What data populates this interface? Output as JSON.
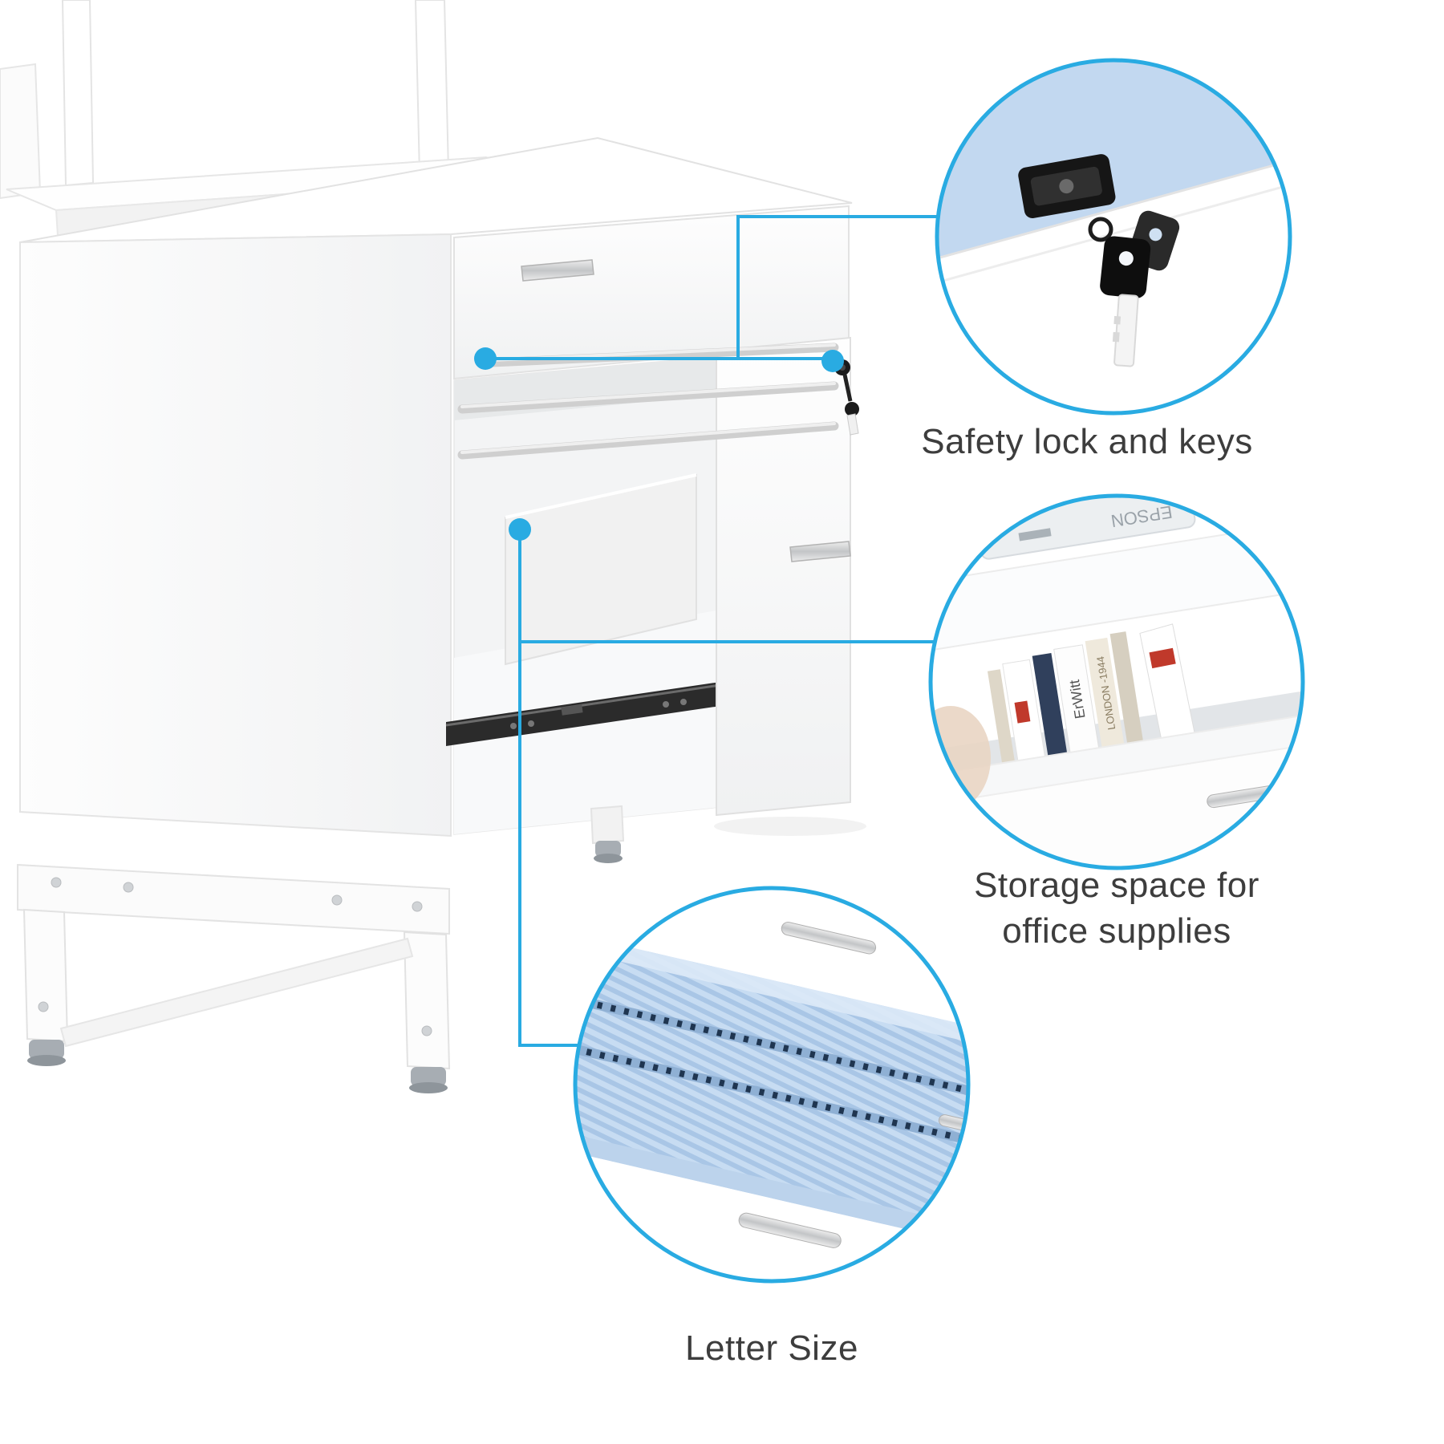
{
  "page": {
    "background": "#ffffff",
    "type": "product-feature-diagram",
    "subject": "white file cabinet with open hanging-file drawer"
  },
  "colors": {
    "accent": "#29abe2",
    "label_text": "#3d3d3d",
    "cabinet_white": "#fcfcfc",
    "slide_black": "#2b2b2b",
    "folder_blue": "#b9d2ec",
    "hardware_silver": "#d9d9d9"
  },
  "callouts": [
    {
      "id": "safety-lock",
      "label": "Safety lock and keys"
    },
    {
      "id": "storage-space",
      "label_lines": [
        "Storage space for",
        "office supplies"
      ]
    },
    {
      "id": "letter-size",
      "label": "Letter Size"
    }
  ],
  "photo_texts": {
    "printer_brand": "EPSON",
    "book_spine_author": "ErWitt",
    "book_spine_title": "LONDON -1944"
  }
}
